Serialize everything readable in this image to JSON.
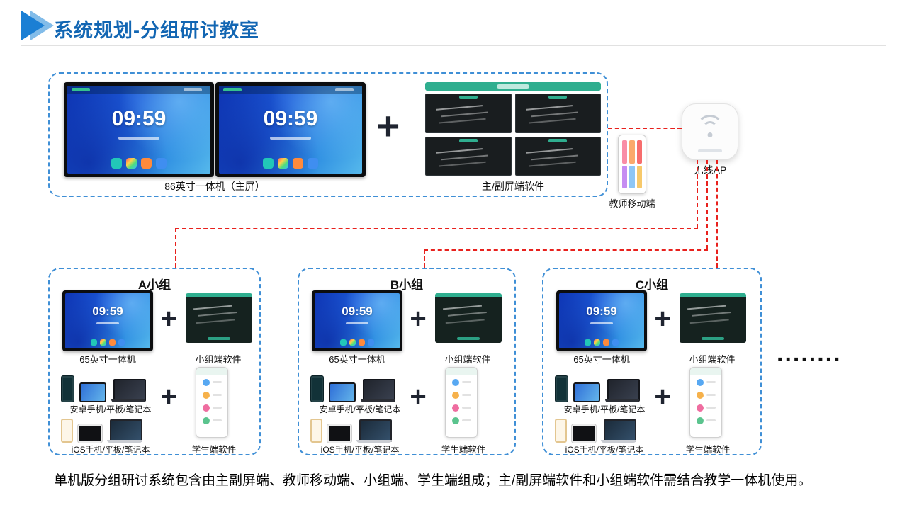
{
  "page": {
    "title": "系统规划-分组研讨教室",
    "caption": "单机版分组研讨系统包含由主副屏端、教师移动端、小组端、学生端组成；主/副屏端软件和小组端软件需结合教学一体机使用。",
    "more_groups_ellipsis": "........"
  },
  "screen": {
    "time": "09:59"
  },
  "symbols": {
    "plus": "+"
  },
  "top_section": {
    "main_display_label": "86英寸一体机（主屏）",
    "software_label": "主/副屏端软件",
    "teacher_mobile_label": "教师移动端",
    "ap_label": "无线AP"
  },
  "groups": [
    {
      "name": "A小组",
      "display_label": "65英寸一体机",
      "software_label": "小组端软件",
      "android_devices_label": "安卓手机/平板/笔记本",
      "ios_devices_label": "iOS手机/平板/笔记本",
      "student_software_label": "学生端软件"
    },
    {
      "name": "B小组",
      "display_label": "65英寸一体机",
      "software_label": "小组端软件",
      "android_devices_label": "安卓手机/平板/笔记本",
      "ios_devices_label": "iOS手机/平板/笔记本",
      "student_software_label": "学生端软件"
    },
    {
      "name": "C小组",
      "display_label": "65英寸一体机",
      "software_label": "小组端软件",
      "android_devices_label": "安卓手机/平板/笔记本",
      "ios_devices_label": "iOS手机/平板/笔记本",
      "student_software_label": "学生端软件"
    }
  ],
  "colors": {
    "title_blue": "#1266b3",
    "zone_border_blue": "#3f8fd6",
    "connector_red": "#e8211d",
    "software_green": "#2fae8f"
  }
}
